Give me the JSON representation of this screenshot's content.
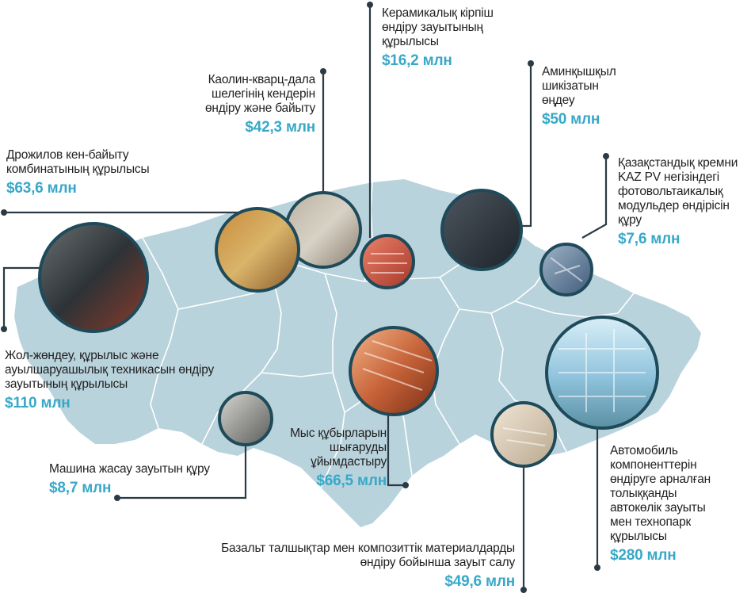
{
  "colors": {
    "map_fill": "#b9d3dc",
    "region_border": "#ffffff",
    "leader": "#2b3a44",
    "amount": "#38a8c8",
    "circle_ring": "#1e4a5a"
  },
  "projects": [
    {
      "title": "Керамикалық кірпіш\nөндіру зауытының\nқұрылысы",
      "amount": "$16,2   млн",
      "image": "brick-stack"
    },
    {
      "title": "Каолин-кварц-дала\nшелегінің кендерін\nөндіру және байыту",
      "amount": "$42,3 млн",
      "image": "kaolin-ore"
    },
    {
      "title": "Аминқышқыл\nшикізатын\nөңдеу",
      "amount": "$50   млн",
      "image": "processing-plant"
    },
    {
      "title": "Дрожилов кен-байыту\nкомбинатының құрылысы",
      "amount": "$63,6   млн",
      "image": "ore-rock"
    },
    {
      "title": "Қазақстандық кремни\nKAZ PV негізіндегі\nфотовольтаикалық\nмодульдер өндірісін\nқұру",
      "amount": "$7,6   млн",
      "image": "solar-panels"
    },
    {
      "title": "Жол-жөндеу, құрылыс және\nауылшаруашылық техникасын өндіру\nзауытының құрылысы",
      "amount": "$110   млн",
      "image": "machinery-plant"
    },
    {
      "title": "Мыс құбырларын\nшығаруды\nұйымдастыру",
      "amount": "$66,5 млн",
      "image": "copper-pipes"
    },
    {
      "title": "Машина жасау зауытын құру",
      "amount": "$8,7 млн",
      "image": "engine-part"
    },
    {
      "title": "Автомобиль\nкомпоненттерін\nөндіруге арналған\nтолыққанды\nавтокөлік зауыты\nмен технопарк\nқұрылысы",
      "amount": "$280   млн",
      "image": "glass-building"
    },
    {
      "title": "Базальт талшықтар мен композиттік материалдарды\nөндіру бойынша зауыт салу",
      "amount": "$49,6 млн",
      "image": "basalt-fiber-roll"
    }
  ]
}
